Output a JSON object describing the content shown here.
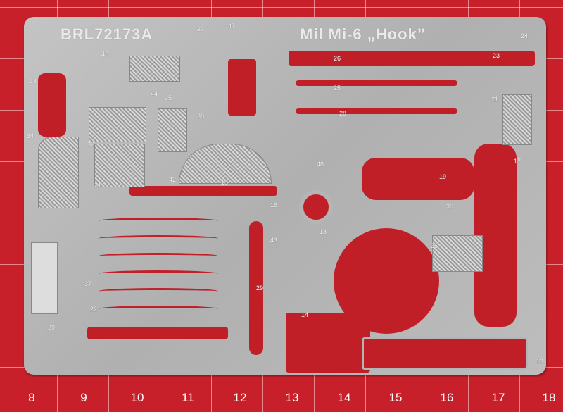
{
  "fret": {
    "code": "BRL72173A",
    "subject": "Mil Mi-6 „Hook”",
    "part_numbers": [
      "27",
      "47",
      "46",
      "44",
      "33",
      "35",
      "38",
      "34",
      "32",
      "31",
      "42",
      "15",
      "26",
      "25",
      "28",
      "21",
      "23",
      "24",
      "17",
      "19",
      "48",
      "30",
      "16",
      "29",
      "43",
      "18",
      "36",
      "22",
      "39",
      "14",
      "13",
      "37"
    ]
  },
  "ruler": {
    "marks": [
      "8",
      "9",
      "10",
      "11",
      "12",
      "13",
      "14",
      "15",
      "16",
      "17",
      "18"
    ]
  },
  "colors": {
    "mat": "#c8202a",
    "fret": "#b8b8b8"
  }
}
